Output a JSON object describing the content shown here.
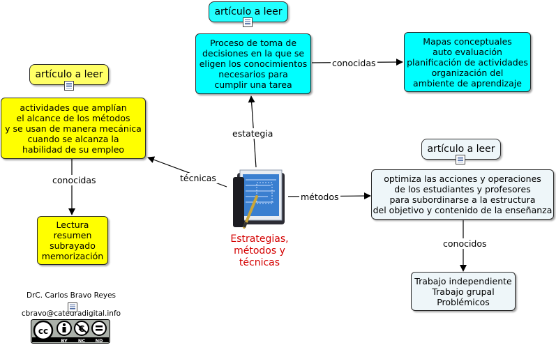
{
  "center": {
    "label": "Estrategias,\nmétodos y\ntécnicas",
    "icon": "folder-document-icon"
  },
  "tags": {
    "top": "artículo a leer",
    "left": "artículo a leer",
    "right": "artículo a leer"
  },
  "nodes": {
    "process": "Proceso de toma de\ndecisiones en la que se\neligen los conocimientos\nnecesarios para\ncumplir una tarea",
    "maps": "Mapas conceptuales\nauto evaluación\nplanificación de actividades\norganización del\nambiente de aprendizaje",
    "activities": "actividades que amplían\nel alcance de los métodos\ny se usan de manera mecánica\ncuando se alcanza la\nhabilidad de su empleo",
    "reading": "Lectura\nresumen\nsubrayado\nmemorización",
    "optimize": "optimiza las acciones y operaciones\nde los estudiantes y profesores\npara subordinarse a la estructura\ndel objetivo y contenido de la enseñanza",
    "work": "Trabajo independiente\nTrabajo grupal\nProblémicos"
  },
  "links": {
    "estrategia": "estategia",
    "conocidas_top": "conocidas",
    "tecnicas": "técnicas",
    "conocidas_left": "conocidas",
    "metodos": "métodos",
    "conocidos": "conocidos"
  },
  "author": {
    "name": "DrC. Carlos Bravo Reyes",
    "email": "cbravo@catedradigital.info"
  },
  "license": {
    "cc": "cc",
    "by": "BY",
    "nc": "NC",
    "nd": "ND"
  },
  "colors": {
    "cyan": "#00ffff",
    "yellow": "#ffff00",
    "pale": "#eef6f9",
    "title": "#d40000"
  }
}
